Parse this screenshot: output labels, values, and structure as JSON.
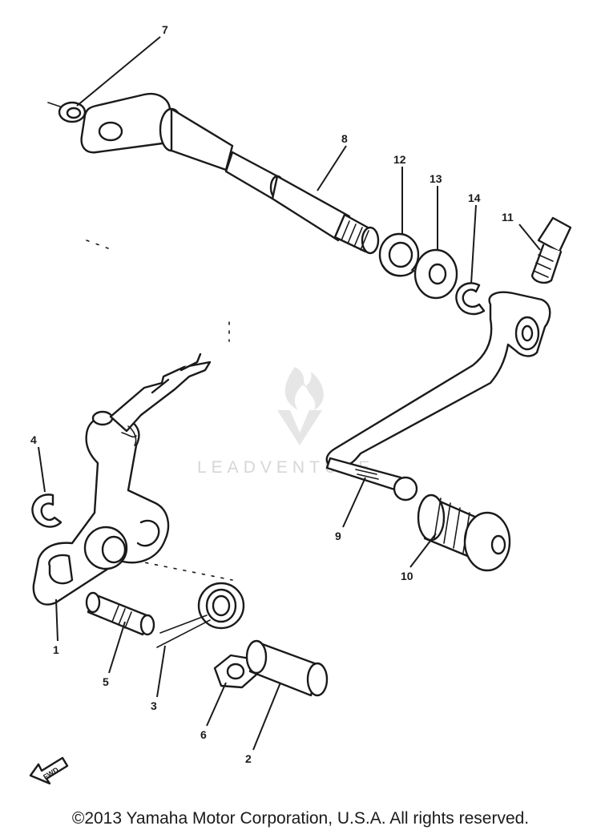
{
  "diagram": {
    "parts": [
      {
        "key": "p1",
        "label": "1"
      },
      {
        "key": "p2",
        "label": "2"
      },
      {
        "key": "p3",
        "label": "3"
      },
      {
        "key": "p4",
        "label": "4"
      },
      {
        "key": "p5",
        "label": "5"
      },
      {
        "key": "p6",
        "label": "6"
      },
      {
        "key": "p7",
        "label": "7"
      },
      {
        "key": "p8",
        "label": "8"
      },
      {
        "key": "p9",
        "label": "9"
      },
      {
        "key": "p10",
        "label": "10"
      },
      {
        "key": "p11",
        "label": "11"
      },
      {
        "key": "p12",
        "label": "12"
      },
      {
        "key": "p13",
        "label": "13"
      },
      {
        "key": "p14",
        "label": "14"
      }
    ],
    "direction_label": "FWD",
    "watermark": "LEADVENTURE"
  },
  "footer": {
    "copyright": "©2013 Yamaha Motor Corporation, U.S.A. All rights reserved."
  },
  "colors": {
    "ink": "#1a1a1a",
    "watermark": "#d6d6d6",
    "background": "#ffffff"
  }
}
